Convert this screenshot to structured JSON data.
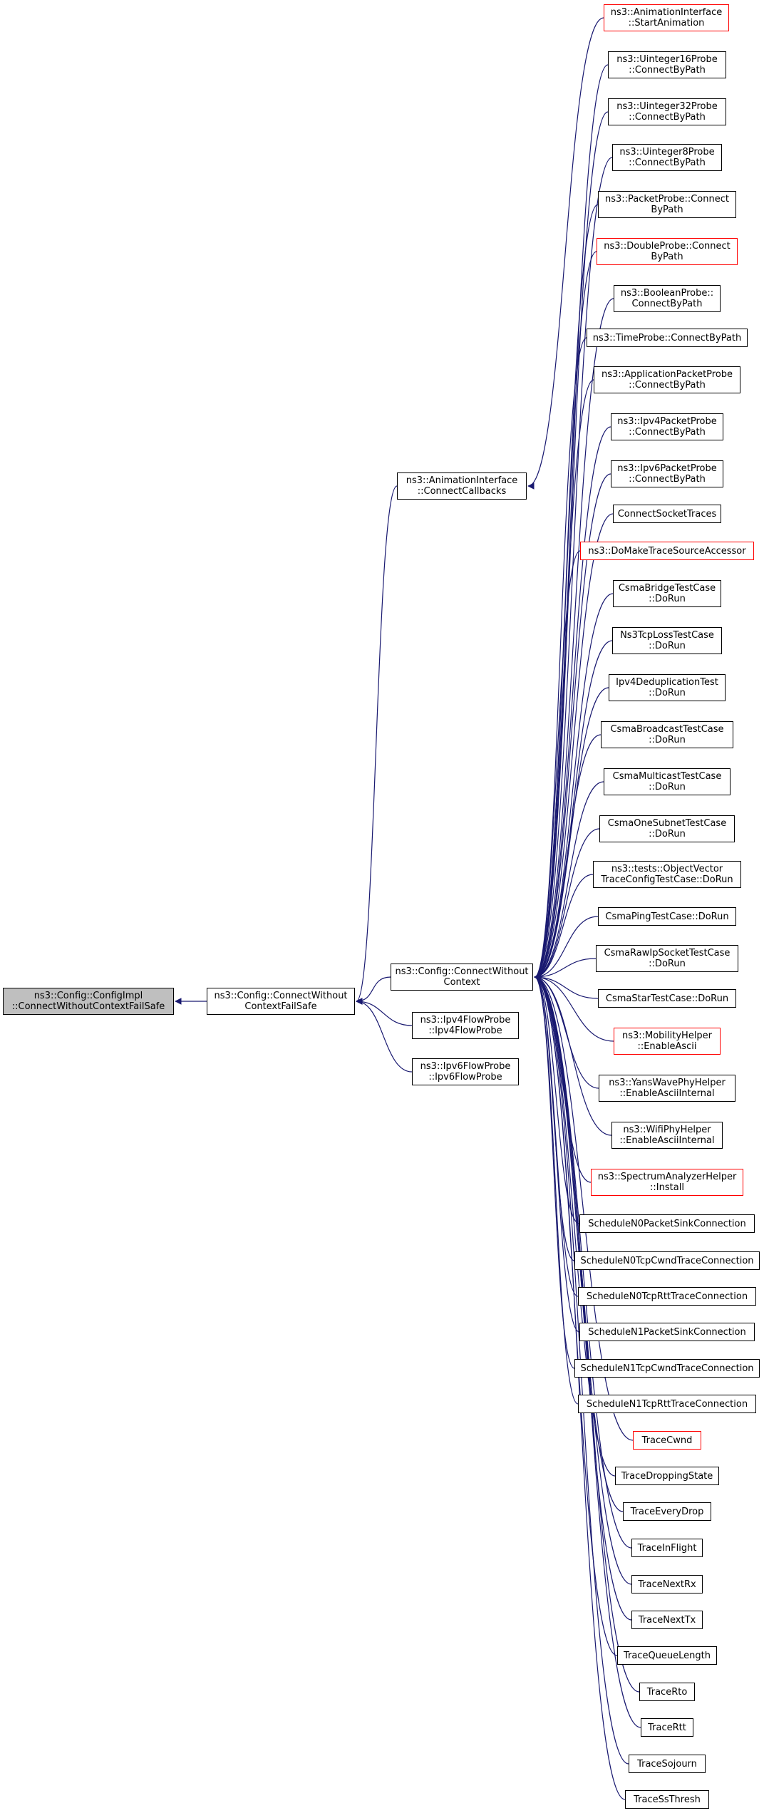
{
  "colors": {
    "edge": "#191970",
    "border": "#000000",
    "border_link": "#ff0000",
    "root_fill": "#bfbfbf"
  },
  "nodes": [
    {
      "id": "root",
      "label": "ns3::Config::ConfigImpl\n::ConnectWithoutContextFailSafe",
      "style": "root"
    },
    {
      "id": "cwcfs",
      "label": "ns3::Config::ConnectWithout\nContextFailSafe",
      "style": "black"
    },
    {
      "id": "animcb",
      "label": "ns3::AnimationInterface\n::ConnectCallbacks",
      "style": "black"
    },
    {
      "id": "cwc",
      "label": "ns3::Config::ConnectWithout\nContext",
      "style": "black"
    },
    {
      "id": "ipv4fp",
      "label": "ns3::Ipv4FlowProbe\n::Ipv4FlowProbe",
      "style": "black"
    },
    {
      "id": "ipv6fp",
      "label": "ns3::Ipv6FlowProbe\n::Ipv6FlowProbe",
      "style": "black"
    },
    {
      "id": "startanim",
      "label": "ns3::AnimationInterface\n::StartAnimation",
      "style": "red"
    },
    {
      "id": "u16",
      "label": "ns3::Uinteger16Probe\n::ConnectByPath",
      "style": "black"
    },
    {
      "id": "u32",
      "label": "ns3::Uinteger32Probe\n::ConnectByPath",
      "style": "black"
    },
    {
      "id": "u8",
      "label": "ns3::Uinteger8Probe\n::ConnectByPath",
      "style": "black"
    },
    {
      "id": "packetprobe",
      "label": "ns3::PacketProbe::Connect\nByPath",
      "style": "black"
    },
    {
      "id": "doubleprobe",
      "label": "ns3::DoubleProbe::Connect\nByPath",
      "style": "red"
    },
    {
      "id": "boolprobe",
      "label": "ns3::BooleanProbe::\nConnectByPath",
      "style": "black"
    },
    {
      "id": "timeprobe",
      "label": "ns3::TimeProbe::ConnectByPath",
      "style": "black"
    },
    {
      "id": "apppacketprobe",
      "label": "ns3::ApplicationPacketProbe\n::ConnectByPath",
      "style": "black"
    },
    {
      "id": "ipv4pp",
      "label": "ns3::Ipv4PacketProbe\n::ConnectByPath",
      "style": "black"
    },
    {
      "id": "ipv6pp",
      "label": "ns3::Ipv6PacketProbe\n::ConnectByPath",
      "style": "black"
    },
    {
      "id": "connsock",
      "label": "ConnectSocketTraces",
      "style": "black"
    },
    {
      "id": "domake",
      "label": "ns3::DoMakeTraceSourceAccessor",
      "style": "red"
    },
    {
      "id": "csmabridge",
      "label": "CsmaBridgeTestCase\n::DoRun",
      "style": "black"
    },
    {
      "id": "ns3tcploss",
      "label": "Ns3TcpLossTestCase\n::DoRun",
      "style": "black"
    },
    {
      "id": "ipv4dedup",
      "label": "Ipv4DeduplicationTest\n::DoRun",
      "style": "black"
    },
    {
      "id": "csmabcast",
      "label": "CsmaBroadcastTestCase\n::DoRun",
      "style": "black"
    },
    {
      "id": "csmamcast",
      "label": "CsmaMulticastTestCase\n::DoRun",
      "style": "black"
    },
    {
      "id": "csmaone",
      "label": "CsmaOneSubnetTestCase\n::DoRun",
      "style": "black"
    },
    {
      "id": "objvec",
      "label": "ns3::tests::ObjectVector\nTraceConfigTestCase::DoRun",
      "style": "black"
    },
    {
      "id": "csmaping",
      "label": "CsmaPingTestCase::DoRun",
      "style": "black"
    },
    {
      "id": "csmarawip",
      "label": "CsmaRawIpSocketTestCase\n::DoRun",
      "style": "black"
    },
    {
      "id": "csmastar",
      "label": "CsmaStarTestCase::DoRun",
      "style": "black"
    },
    {
      "id": "mobility",
      "label": "ns3::MobilityHelper\n::EnableAscii",
      "style": "red"
    },
    {
      "id": "yans",
      "label": "ns3::YansWavePhyHelper\n::EnableAsciiInternal",
      "style": "black"
    },
    {
      "id": "wifiphy",
      "label": "ns3::WifiPhyHelper\n::EnableAsciiInternal",
      "style": "black"
    },
    {
      "id": "spectrum",
      "label": "ns3::SpectrumAnalyzerHelper\n::Install",
      "style": "red"
    },
    {
      "id": "n0sink",
      "label": "ScheduleN0PacketSinkConnection",
      "style": "black"
    },
    {
      "id": "n0cwnd",
      "label": "ScheduleN0TcpCwndTraceConnection",
      "style": "black"
    },
    {
      "id": "n0rtt",
      "label": "ScheduleN0TcpRttTraceConnection",
      "style": "black"
    },
    {
      "id": "n1sink",
      "label": "ScheduleN1PacketSinkConnection",
      "style": "black"
    },
    {
      "id": "n1cwnd",
      "label": "ScheduleN1TcpCwndTraceConnection",
      "style": "black"
    },
    {
      "id": "n1rtt",
      "label": "ScheduleN1TcpRttTraceConnection",
      "style": "black"
    },
    {
      "id": "tracecwnd",
      "label": "TraceCwnd",
      "style": "red"
    },
    {
      "id": "tracedrop",
      "label": "TraceDroppingState",
      "style": "black"
    },
    {
      "id": "traceevery",
      "label": "TraceEveryDrop",
      "style": "black"
    },
    {
      "id": "traceinflight",
      "label": "TraceInFlight",
      "style": "black"
    },
    {
      "id": "tracenextrx",
      "label": "TraceNextRx",
      "style": "black"
    },
    {
      "id": "tracenexttx",
      "label": "TraceNextTx",
      "style": "black"
    },
    {
      "id": "traceqlen",
      "label": "TraceQueueLength",
      "style": "black"
    },
    {
      "id": "tracerto",
      "label": "TraceRto",
      "style": "black"
    },
    {
      "id": "tracertt",
      "label": "TraceRtt",
      "style": "black"
    },
    {
      "id": "tracesojourn",
      "label": "TraceSojourn",
      "style": "black"
    },
    {
      "id": "tracessthresh",
      "label": "TraceSsThresh",
      "style": "black"
    }
  ],
  "edges": [
    [
      "cwcfs",
      "root"
    ],
    [
      "animcb",
      "cwcfs"
    ],
    [
      "cwc",
      "cwcfs"
    ],
    [
      "ipv4fp",
      "cwcfs"
    ],
    [
      "ipv6fp",
      "cwcfs"
    ],
    [
      "startanim",
      "animcb"
    ],
    [
      "u16",
      "cwc"
    ],
    [
      "u32",
      "cwc"
    ],
    [
      "u8",
      "cwc"
    ],
    [
      "packetprobe",
      "cwc"
    ],
    [
      "doubleprobe",
      "cwc"
    ],
    [
      "boolprobe",
      "cwc"
    ],
    [
      "timeprobe",
      "cwc"
    ],
    [
      "apppacketprobe",
      "cwc"
    ],
    [
      "ipv4pp",
      "cwc"
    ],
    [
      "ipv6pp",
      "cwc"
    ],
    [
      "connsock",
      "cwc"
    ],
    [
      "domake",
      "cwc"
    ],
    [
      "csmabridge",
      "cwc"
    ],
    [
      "ns3tcploss",
      "cwc"
    ],
    [
      "ipv4dedup",
      "cwc"
    ],
    [
      "csmabcast",
      "cwc"
    ],
    [
      "csmamcast",
      "cwc"
    ],
    [
      "csmaone",
      "cwc"
    ],
    [
      "objvec",
      "cwc"
    ],
    [
      "csmaping",
      "cwc"
    ],
    [
      "csmarawip",
      "cwc"
    ],
    [
      "csmastar",
      "cwc"
    ],
    [
      "mobility",
      "cwc"
    ],
    [
      "yans",
      "cwc"
    ],
    [
      "wifiphy",
      "cwc"
    ],
    [
      "spectrum",
      "cwc"
    ],
    [
      "n0sink",
      "cwc"
    ],
    [
      "n0cwnd",
      "cwc"
    ],
    [
      "n0rtt",
      "cwc"
    ],
    [
      "n1sink",
      "cwc"
    ],
    [
      "n1cwnd",
      "cwc"
    ],
    [
      "n1rtt",
      "cwc"
    ],
    [
      "tracecwnd",
      "cwc"
    ],
    [
      "tracedrop",
      "cwc"
    ],
    [
      "traceevery",
      "cwc"
    ],
    [
      "traceinflight",
      "cwc"
    ],
    [
      "tracenextrx",
      "cwc"
    ],
    [
      "tracenexttx",
      "cwc"
    ],
    [
      "traceqlen",
      "cwc"
    ],
    [
      "tracerto",
      "cwc"
    ],
    [
      "tracertt",
      "cwc"
    ],
    [
      "tracesojourn",
      "cwc"
    ],
    [
      "tracessthresh",
      "cwc"
    ]
  ]
}
